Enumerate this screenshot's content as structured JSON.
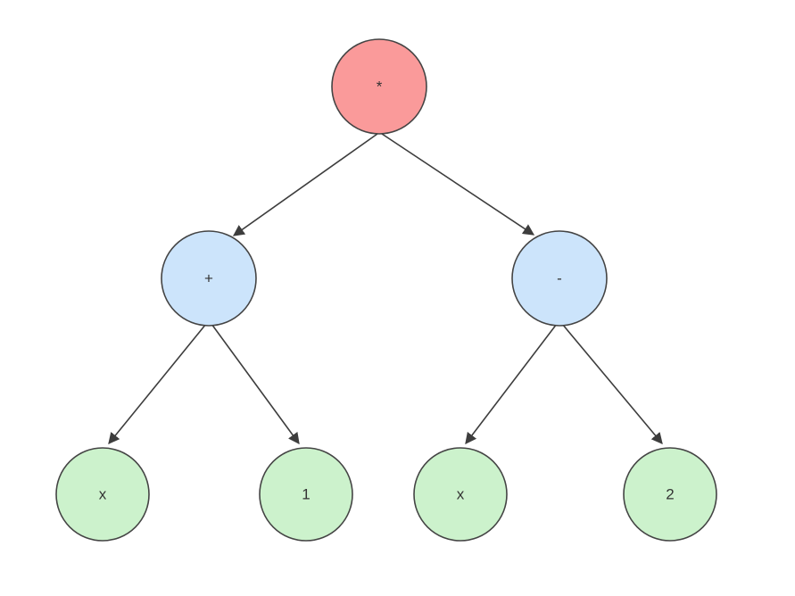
{
  "diagram": {
    "kind": "binary-expression-tree",
    "colors": {
      "root_fill": "#FA9A9A",
      "operator_fill": "#CCE4FB",
      "operand_fill": "#CCF2CC",
      "node_stroke": "#444444",
      "edge": "#3D3D3D",
      "label": "#333333",
      "background": "#FFFFFF"
    },
    "nodes": {
      "root": {
        "label": "*",
        "role": "multiply-operator",
        "fill": "#FA9A9A"
      },
      "left": {
        "label": "+",
        "role": "add-operator",
        "fill": "#CCE4FB"
      },
      "right": {
        "label": "-",
        "role": "subtract-operator",
        "fill": "#CCE4FB"
      },
      "left_left": {
        "label": "x",
        "role": "operand",
        "fill": "#CCF2CC"
      },
      "left_right": {
        "label": "1",
        "role": "operand",
        "fill": "#CCF2CC"
      },
      "right_left": {
        "label": "x",
        "role": "operand",
        "fill": "#CCF2CC"
      },
      "right_right": {
        "label": "2",
        "role": "operand",
        "fill": "#CCF2CC"
      }
    },
    "edges": [
      {
        "from": "root",
        "to": "left"
      },
      {
        "from": "root",
        "to": "right"
      },
      {
        "from": "left",
        "to": "left_left"
      },
      {
        "from": "left",
        "to": "left_right"
      },
      {
        "from": "right",
        "to": "right_left"
      },
      {
        "from": "right",
        "to": "right_right"
      }
    ]
  }
}
